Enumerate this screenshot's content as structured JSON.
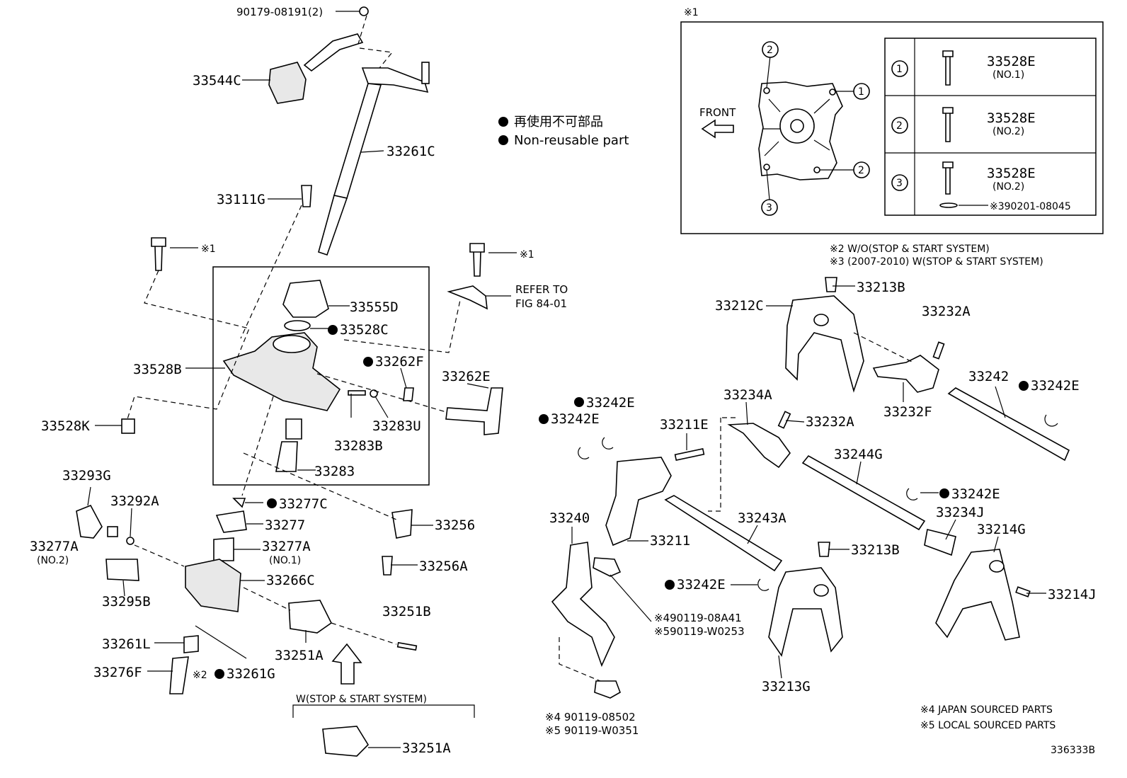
{
  "legend": {
    "jp": "再使用不可部品",
    "en": "Non-reusable part"
  },
  "inset": {
    "mark": "※1",
    "front": "FRONT",
    "circles": [
      "1",
      "2",
      "3"
    ],
    "rows": [
      {
        "num": "1",
        "part": "33528E",
        "sub": "(NO.1)"
      },
      {
        "num": "2",
        "part": "33528E",
        "sub": "(NO.2)"
      },
      {
        "num": "3",
        "part": "33528E",
        "sub": "(NO.2)",
        "extra": "※390201-08045"
      }
    ]
  },
  "notes": {
    "n2": "※2  W/O(STOP & START SYSTEM)",
    "n3": "※3 (2007-2010) W(STOP & START SYSTEM)",
    "n4": "※4 JAPAN SOURCED PARTS",
    "n5": "※5 LOCAL SOURCED PARTS",
    "fig": "336333B",
    "stop_start": "W(STOP & START SYSTEM)",
    "refer1": "REFER TO",
    "refer2": "FIG 84-01"
  },
  "labels": {
    "p90179": "90179-08191(2)",
    "p33544C": "33544C",
    "p33261C": "33261C",
    "p33111G": "33111G",
    "m1a": "※1",
    "m1b": "※1",
    "p33555D": "33555D",
    "p33528C": "33528C",
    "p33528B": "33528B",
    "p33262F": "33262F",
    "p33262E": "33262E",
    "p33283U": "33283U",
    "p33283B": "33283B",
    "p33528K": "33528K",
    "p33283": "33283",
    "p33293G": "33293G",
    "p33292A": "33292A",
    "p33277C": "33277C",
    "p33277": "33277",
    "p33277A1": "33277A",
    "no1": "(NO.1)",
    "p33277A2": "33277A",
    "no2": "(NO.2)",
    "p33266C": "33266C",
    "p33256": "33256",
    "p33256A": "33256A",
    "p33295B": "33295B",
    "p33251B": "33251B",
    "p33261L": "33261L",
    "p33251A": "33251A",
    "p33276F": "33276F",
    "m2": "※2",
    "p33261G": "33261G",
    "p33251A2": "33251A",
    "p33213B1": "33213B",
    "p33212C": "33212C",
    "p33232A1": "33232A",
    "p33232F": "33232F",
    "p33242": "33242",
    "p33242E1": "33242E",
    "p33242E2": "33242E",
    "p33242E3": "33242E",
    "p33234A": "33234A",
    "p33232A2": "33232A",
    "p33211E": "33211E",
    "p33244G": "33244G",
    "p33242E4": "33242E",
    "p33234J": "33234J",
    "p33214G": "33214G",
    "p33243A": "33243A",
    "p33240": "33240",
    "p33211": "33211",
    "p33213B2": "33213B",
    "p33214J": "33214J",
    "p33242E5": "33242E",
    "b1": "※490119-08A41",
    "b2": "※590119-W0253",
    "p33213G": "33213G",
    "b3": "※4 90119-08502",
    "b4": "※5 90119-W0351"
  }
}
